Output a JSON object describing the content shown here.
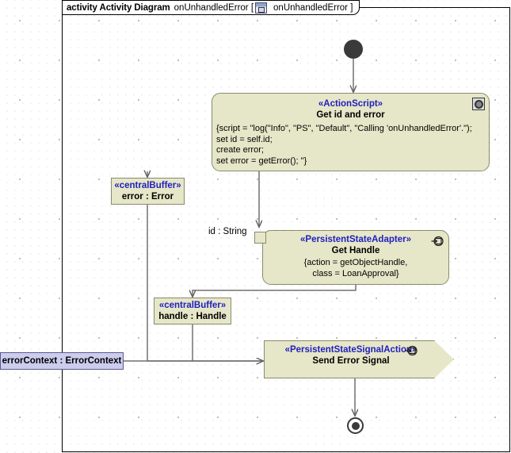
{
  "frame": {
    "keyword": "activity Activity Diagram",
    "name": "onUnhandledError [",
    "icon": "activity-diagram-icon",
    "qualifier": "onUnhandledError ]"
  },
  "nodes": {
    "initial": {
      "name": "initial-node"
    },
    "final": {
      "name": "activity-final-node"
    },
    "action_script": {
      "stereotype": "«ActionScript»",
      "title": "Get id and error",
      "body": "{script = \"log(\"Info\", \"PS\", \"Default\", \"Calling 'onUnhandledError'.\");\nset id = self.id;\ncreate error;\nset error = getError(); \"}",
      "icon": "script-gear-icon"
    },
    "buffer_error": {
      "stereotype": "«centralBuffer»",
      "title": "error : Error"
    },
    "buffer_handle": {
      "stereotype": "«centralBuffer»",
      "title": "handle : Handle"
    },
    "get_handle": {
      "stereotype": "«PersistentStateAdapter»",
      "title": "Get Handle",
      "body": "{action = getObjectHandle,\nclass = LoanApproval}",
      "icon": "persistent-state-icon",
      "pin_label": "id : String"
    },
    "send_signal": {
      "stereotype": "«PersistentStateSignalAction»",
      "title": "Send Error Signal",
      "icon": "persistent-state-icon"
    },
    "error_context": {
      "title": "errorContext : ErrorContext"
    }
  },
  "colors": {
    "node_fill": "#e6e6c8",
    "node_border": "#8a8a6e",
    "stereotype_text": "#2020c0",
    "object_fill": "#ccccee",
    "object_border": "#5a5a8a",
    "connector": "#707070",
    "canvas": "#ffffff"
  }
}
